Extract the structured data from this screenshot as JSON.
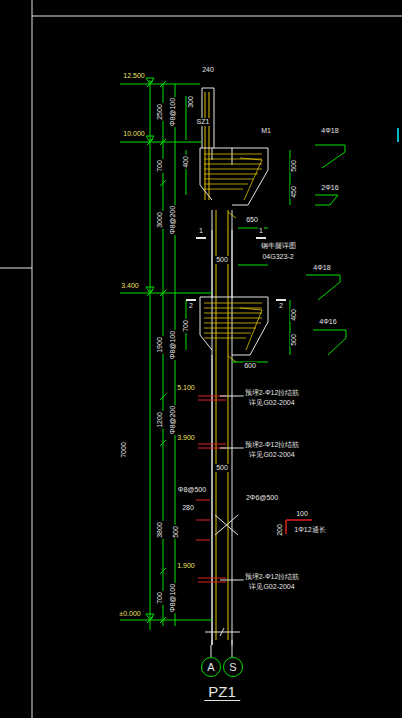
{
  "diagram": {
    "title": "PZ1",
    "nodes": [
      {
        "text": [
          "A"
        ]
      },
      {
        "text": [
          "S"
        ]
      }
    ],
    "labels": [
      "240",
      "300",
      "12.500",
      "SZ1",
      "2500",
      "Φ8@100",
      "10.000",
      "M1",
      "4Φ18",
      "400",
      "500",
      "700",
      "450",
      "2Φ16",
      "650",
      "1",
      "1",
      "3000",
      "Φ8@200",
      "钢牛腿详图",
      "04G323-2",
      "4Φ18",
      "500",
      "3.400",
      "2",
      "2",
      "700",
      "400",
      "4Φ16",
      "500",
      "600",
      "1900",
      "Φ8@100",
      "5.100",
      "预埋2-Φ12拉结筋",
      "详见G02-2004",
      "1200",
      "Φ8@200",
      "3.900",
      "预埋2-Φ12拉结筋",
      "详见G02-2004",
      "500",
      "7000",
      "Φ8@500",
      "280",
      "2Φ6@500",
      "3800",
      "100",
      "200",
      "1Φ12通长",
      "500",
      "1.900",
      "预埋2-Φ12拉结筋",
      "详见G02-2004",
      "700",
      "Φ8@100",
      "±0.000"
    ]
  }
}
